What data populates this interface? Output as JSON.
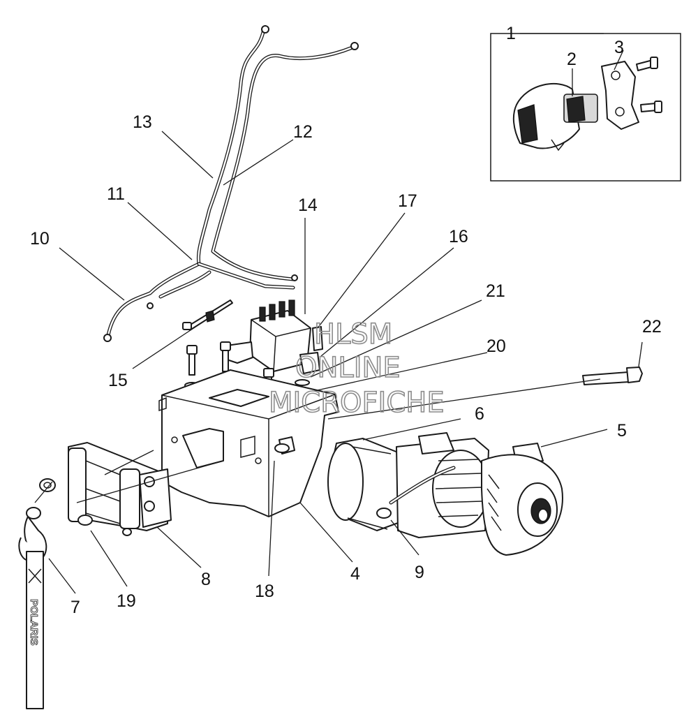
{
  "callouts": {
    "c1": "1",
    "c2": "2",
    "c3": "3",
    "c4": "4",
    "c5": "5",
    "c6": "6",
    "c7": "7",
    "c8": "8",
    "c9": "9",
    "c10": "10",
    "c11": "11",
    "c12": "12",
    "c13": "13",
    "c14": "14",
    "c15": "15",
    "c16": "16",
    "c17": "17",
    "c18": "18",
    "c19": "19",
    "c20": "20",
    "c21": "21",
    "c22": "22"
  },
  "watermark": {
    "line1": "HLSM",
    "line2": "ONLINE",
    "line3": "MICROFICHE"
  },
  "strap_text": "POLARIS",
  "colors": {
    "ink": "#1a1a1a",
    "watermark": "#8c8c8c",
    "background": "#ffffff"
  }
}
